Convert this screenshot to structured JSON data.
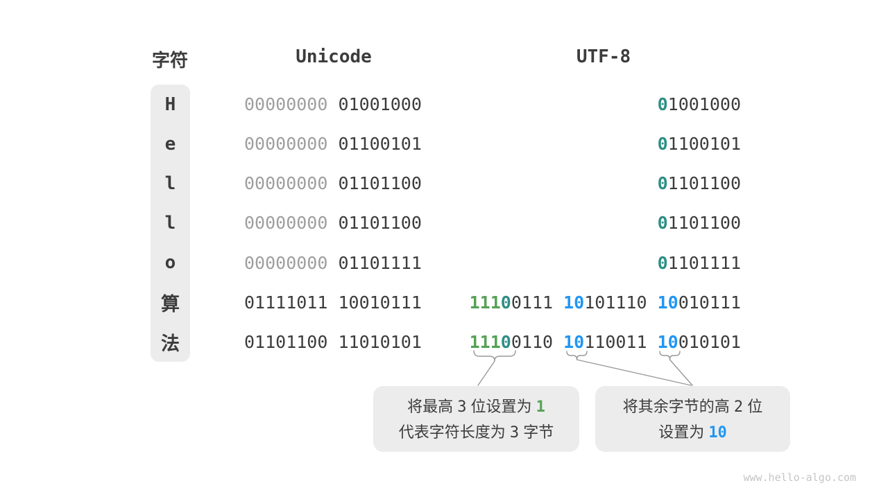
{
  "header": {
    "char": "字符",
    "unicode": "Unicode",
    "utf8": "UTF-8"
  },
  "colors": {
    "accent_green": "#56a156",
    "accent_teal": "#2e8f86",
    "accent_blue": "#2196f3",
    "text_dark": "#3c3c3c",
    "muted_gray": "#9e9e9e",
    "box_bg": "#ececec"
  },
  "rows": [
    {
      "char": "H",
      "cls": "latin",
      "unicode": [
        {
          "t": "00000000",
          "c": "gray"
        },
        {
          "t": " 01001000",
          "c": "dark"
        }
      ],
      "utf8": [
        {
          "t": "0",
          "c": "teal"
        },
        {
          "t": "1001000",
          "c": "dark"
        }
      ]
    },
    {
      "char": "e",
      "cls": "latin",
      "unicode": [
        {
          "t": "00000000",
          "c": "gray"
        },
        {
          "t": " 01100101",
          "c": "dark"
        }
      ],
      "utf8": [
        {
          "t": "0",
          "c": "teal"
        },
        {
          "t": "1100101",
          "c": "dark"
        }
      ]
    },
    {
      "char": "l",
      "cls": "latin",
      "unicode": [
        {
          "t": "00000000",
          "c": "gray"
        },
        {
          "t": " 01101100",
          "c": "dark"
        }
      ],
      "utf8": [
        {
          "t": "0",
          "c": "teal"
        },
        {
          "t": "1101100",
          "c": "dark"
        }
      ]
    },
    {
      "char": "l",
      "cls": "latin",
      "unicode": [
        {
          "t": "00000000",
          "c": "gray"
        },
        {
          "t": " 01101100",
          "c": "dark"
        }
      ],
      "utf8": [
        {
          "t": "0",
          "c": "teal"
        },
        {
          "t": "1101100",
          "c": "dark"
        }
      ]
    },
    {
      "char": "o",
      "cls": "latin",
      "unicode": [
        {
          "t": "00000000",
          "c": "gray"
        },
        {
          "t": " 01101111",
          "c": "dark"
        }
      ],
      "utf8": [
        {
          "t": "0",
          "c": "teal"
        },
        {
          "t": "1101111",
          "c": "dark"
        }
      ]
    },
    {
      "char": "算",
      "cls": "cjk",
      "unicode": [
        {
          "t": "01111011 10010111",
          "c": "dark"
        }
      ],
      "utf8": [
        {
          "t": "111",
          "c": "green"
        },
        {
          "t": "0",
          "c": "teal"
        },
        {
          "t": "0111 ",
          "c": "dark"
        },
        {
          "t": "10",
          "c": "blue"
        },
        {
          "t": "101110 ",
          "c": "dark"
        },
        {
          "t": "10",
          "c": "blue"
        },
        {
          "t": "010111",
          "c": "dark"
        }
      ]
    },
    {
      "char": "法",
      "cls": "cjk",
      "unicode": [
        {
          "t": "01101100 11010101",
          "c": "dark"
        }
      ],
      "utf8": [
        {
          "t": "111",
          "c": "green"
        },
        {
          "t": "0",
          "c": "teal"
        },
        {
          "t": "0110 ",
          "c": "dark"
        },
        {
          "t": "10",
          "c": "blue"
        },
        {
          "t": "110011 ",
          "c": "dark"
        },
        {
          "t": "10",
          "c": "blue"
        },
        {
          "t": "010101",
          "c": "dark"
        }
      ]
    }
  ],
  "callouts": [
    {
      "lines": [
        [
          {
            "t": "将最高 ",
            "c": "text"
          },
          {
            "t": "3",
            "c": "num"
          },
          {
            "t": " 位设置为 ",
            "c": "text"
          },
          {
            "t": "1",
            "c": "green"
          }
        ],
        [
          {
            "t": "代表字符长度为 ",
            "c": "text"
          },
          {
            "t": "3",
            "c": "num"
          },
          {
            "t": " 字节",
            "c": "text"
          }
        ]
      ]
    },
    {
      "lines": [
        [
          {
            "t": "将其余字节的高 ",
            "c": "text"
          },
          {
            "t": "2",
            "c": "num"
          },
          {
            "t": " 位",
            "c": "text"
          }
        ],
        [
          {
            "t": "设置为 ",
            "c": "text"
          },
          {
            "t": "10",
            "c": "blue"
          }
        ]
      ]
    }
  ],
  "page": {
    "watermark": "www.hello-algo.com"
  }
}
